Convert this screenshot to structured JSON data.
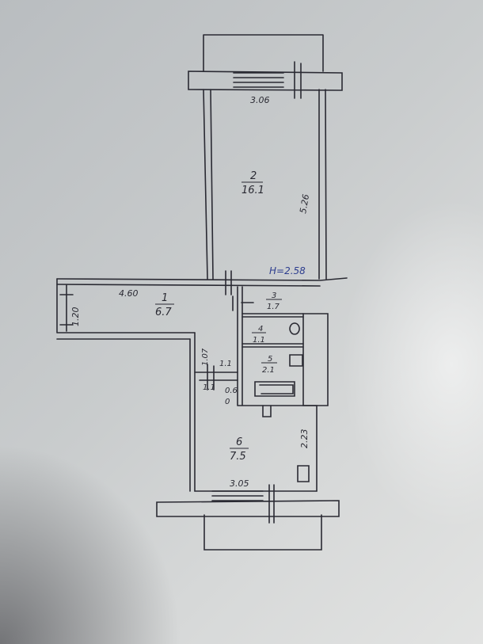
{
  "rooms": [
    {
      "number": "1",
      "area": "6.7"
    },
    {
      "number": "2",
      "area": "16.1"
    },
    {
      "number": "3",
      "area": "1.7"
    },
    {
      "number": "4",
      "area": "1.1"
    },
    {
      "number": "5",
      "area": "2.1"
    },
    {
      "number": "6",
      "area": "7.5"
    }
  ],
  "dimensions": {
    "room2_width": "3.06",
    "room2_length": "5.26",
    "room1_length": "4.60",
    "room1_width": "1.20",
    "corridor_width": "1.07",
    "door_a": "1.1",
    "door_b": "1.1",
    "gap": "0.6",
    "room6_length": "2.23",
    "room6_width": "3.05"
  },
  "ceiling_height": "H=2.58",
  "colors": {
    "ink": "#2a2a33",
    "pen_blue": "#2e3e8f"
  }
}
